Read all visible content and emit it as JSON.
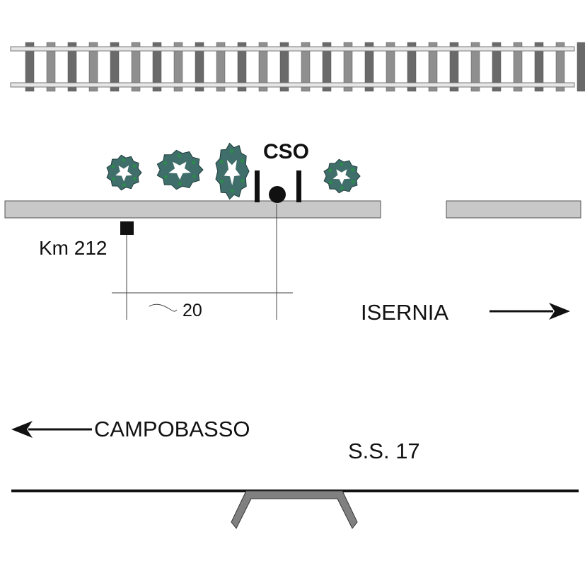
{
  "labels": {
    "station": "CSO",
    "km_marker": "Km 212",
    "distance": "20",
    "direction_right": "ISERNIA",
    "direction_left": "CAMPOBASSO",
    "road": "S.S. 17"
  },
  "colors": {
    "rail": "#8f8f8f",
    "sleeper_dark": "#6a6a6a",
    "sleeper_light": "#8f8f8f",
    "platform": "#c8c8c8",
    "tree_fill": "#3f6e6b",
    "tree_light": "#ffffff",
    "tree_accent": "#2c8a4a",
    "ink": "#111111",
    "bridge_fill": "#808080"
  },
  "icons": {
    "trees": "tree-icon",
    "station_marker": "station-marker-icon",
    "km_marker": "km-post-icon",
    "arrows": "arrow-icon",
    "bridge": "bridge-icon"
  }
}
